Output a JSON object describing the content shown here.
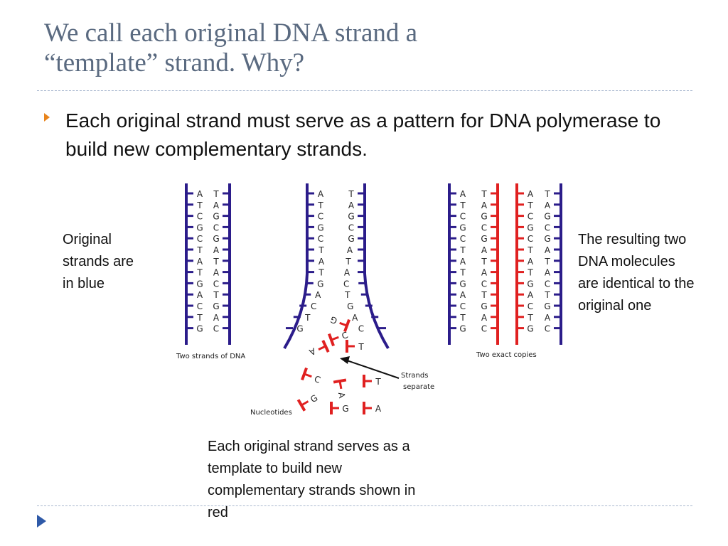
{
  "slide": {
    "title_line1": "We call each original DNA strand a",
    "title_line2": "“template” strand.  Why?",
    "bullet": "Each original strand must serve as a pattern for DNA polymerase to build new complementary strands."
  },
  "notes": {
    "left": [
      "Original",
      "strands are",
      "in blue"
    ],
    "right": [
      "The resulting two",
      "DNA molecules",
      "are identical to the",
      "original one"
    ],
    "bottom": [
      "Each original strand serves as a",
      "template to build new",
      "complementary strands shown in",
      "red"
    ]
  },
  "diagram": {
    "left_seq": [
      "A",
      "T",
      "C",
      "G",
      "C",
      "T",
      "A",
      "T",
      "G",
      "A",
      "C",
      "T",
      "G"
    ],
    "right_seq": [
      "T",
      "A",
      "G",
      "C",
      "G",
      "A",
      "T",
      "A",
      "C",
      "T",
      "G",
      "A",
      "C"
    ],
    "label_original": "Two strands of DNA",
    "label_copies": "Two exact copies",
    "label_separate_1": "Strands",
    "label_separate_2": "separate",
    "label_nucleotides": "Nucleotides",
    "fork_left": [
      "A",
      "T",
      "C",
      "G",
      "C",
      "T",
      "A",
      "T",
      "G",
      "A",
      "C",
      "T",
      "G"
    ],
    "fork_right": [
      "T",
      "A",
      "G",
      "C",
      "G",
      "A",
      "T",
      "A",
      "C",
      "T",
      "G",
      "A",
      "C"
    ],
    "fork_pairs": [
      "A",
      "C",
      "G",
      "T"
    ],
    "free_nucleotides": [
      "C",
      "A",
      "T",
      "G",
      "G",
      "A"
    ],
    "colors": {
      "original": "#2b1c8a",
      "new": "#e02020",
      "text": "#222222",
      "accent": "#e8841c",
      "title": "#5a6a80"
    }
  }
}
